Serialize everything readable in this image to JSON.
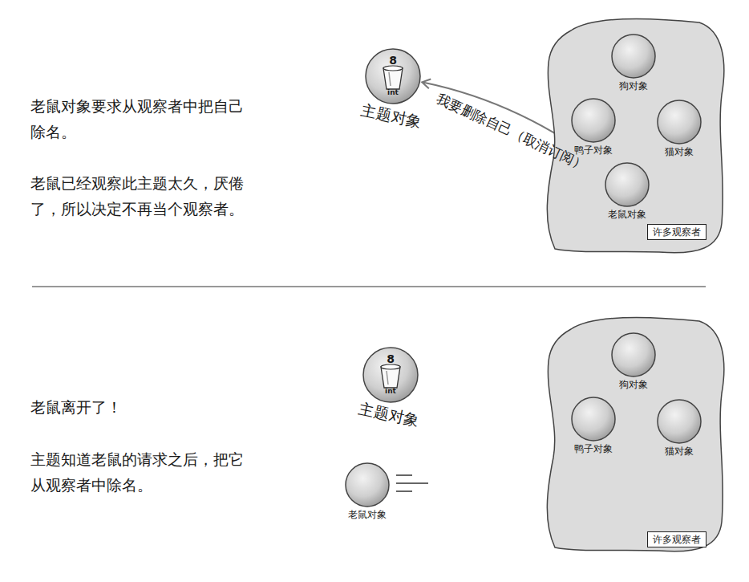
{
  "diagram": {
    "nodes": [
      {
        "text": [
          "8",
          "int",
          "主题对象"
        ]
      },
      {
        "text": [
          "许多观察者"
        ]
      },
      {
        "text": [
          "狗对象"
        ],
        "in": 1
      },
      {
        "text": [
          "鸭子对象"
        ],
        "in": 1
      },
      {
        "text": [
          "猫对象"
        ],
        "in": 1
      },
      {
        "text": [
          "老鼠对象"
        ],
        "in": 1
      },
      {
        "text": [
          "8",
          "int",
          "主题对象"
        ]
      },
      {
        "text": [
          "许多观察者"
        ]
      },
      {
        "text": [
          "狗对象"
        ],
        "in": 7
      },
      {
        "text": [
          "鸭子对象"
        ],
        "in": 7
      },
      {
        "text": [
          "猫对象"
        ],
        "in": 7
      },
      {
        "text": [
          "老鼠对象"
        ]
      }
    ],
    "edges": [
      {
        "from": 5,
        "to": 0,
        "arrow": "to",
        "label": "我要删除自己（取消订阅）"
      }
    ],
    "labels": [
      "老鼠对象要求从观察者中把自己除名。",
      "老鼠已经观察此主题太久，厌倦了，所以决定不再当个观察者。",
      "老鼠离开了！",
      "主题知道老鼠的请求之后，把它从观察者中除名。"
    ]
  }
}
